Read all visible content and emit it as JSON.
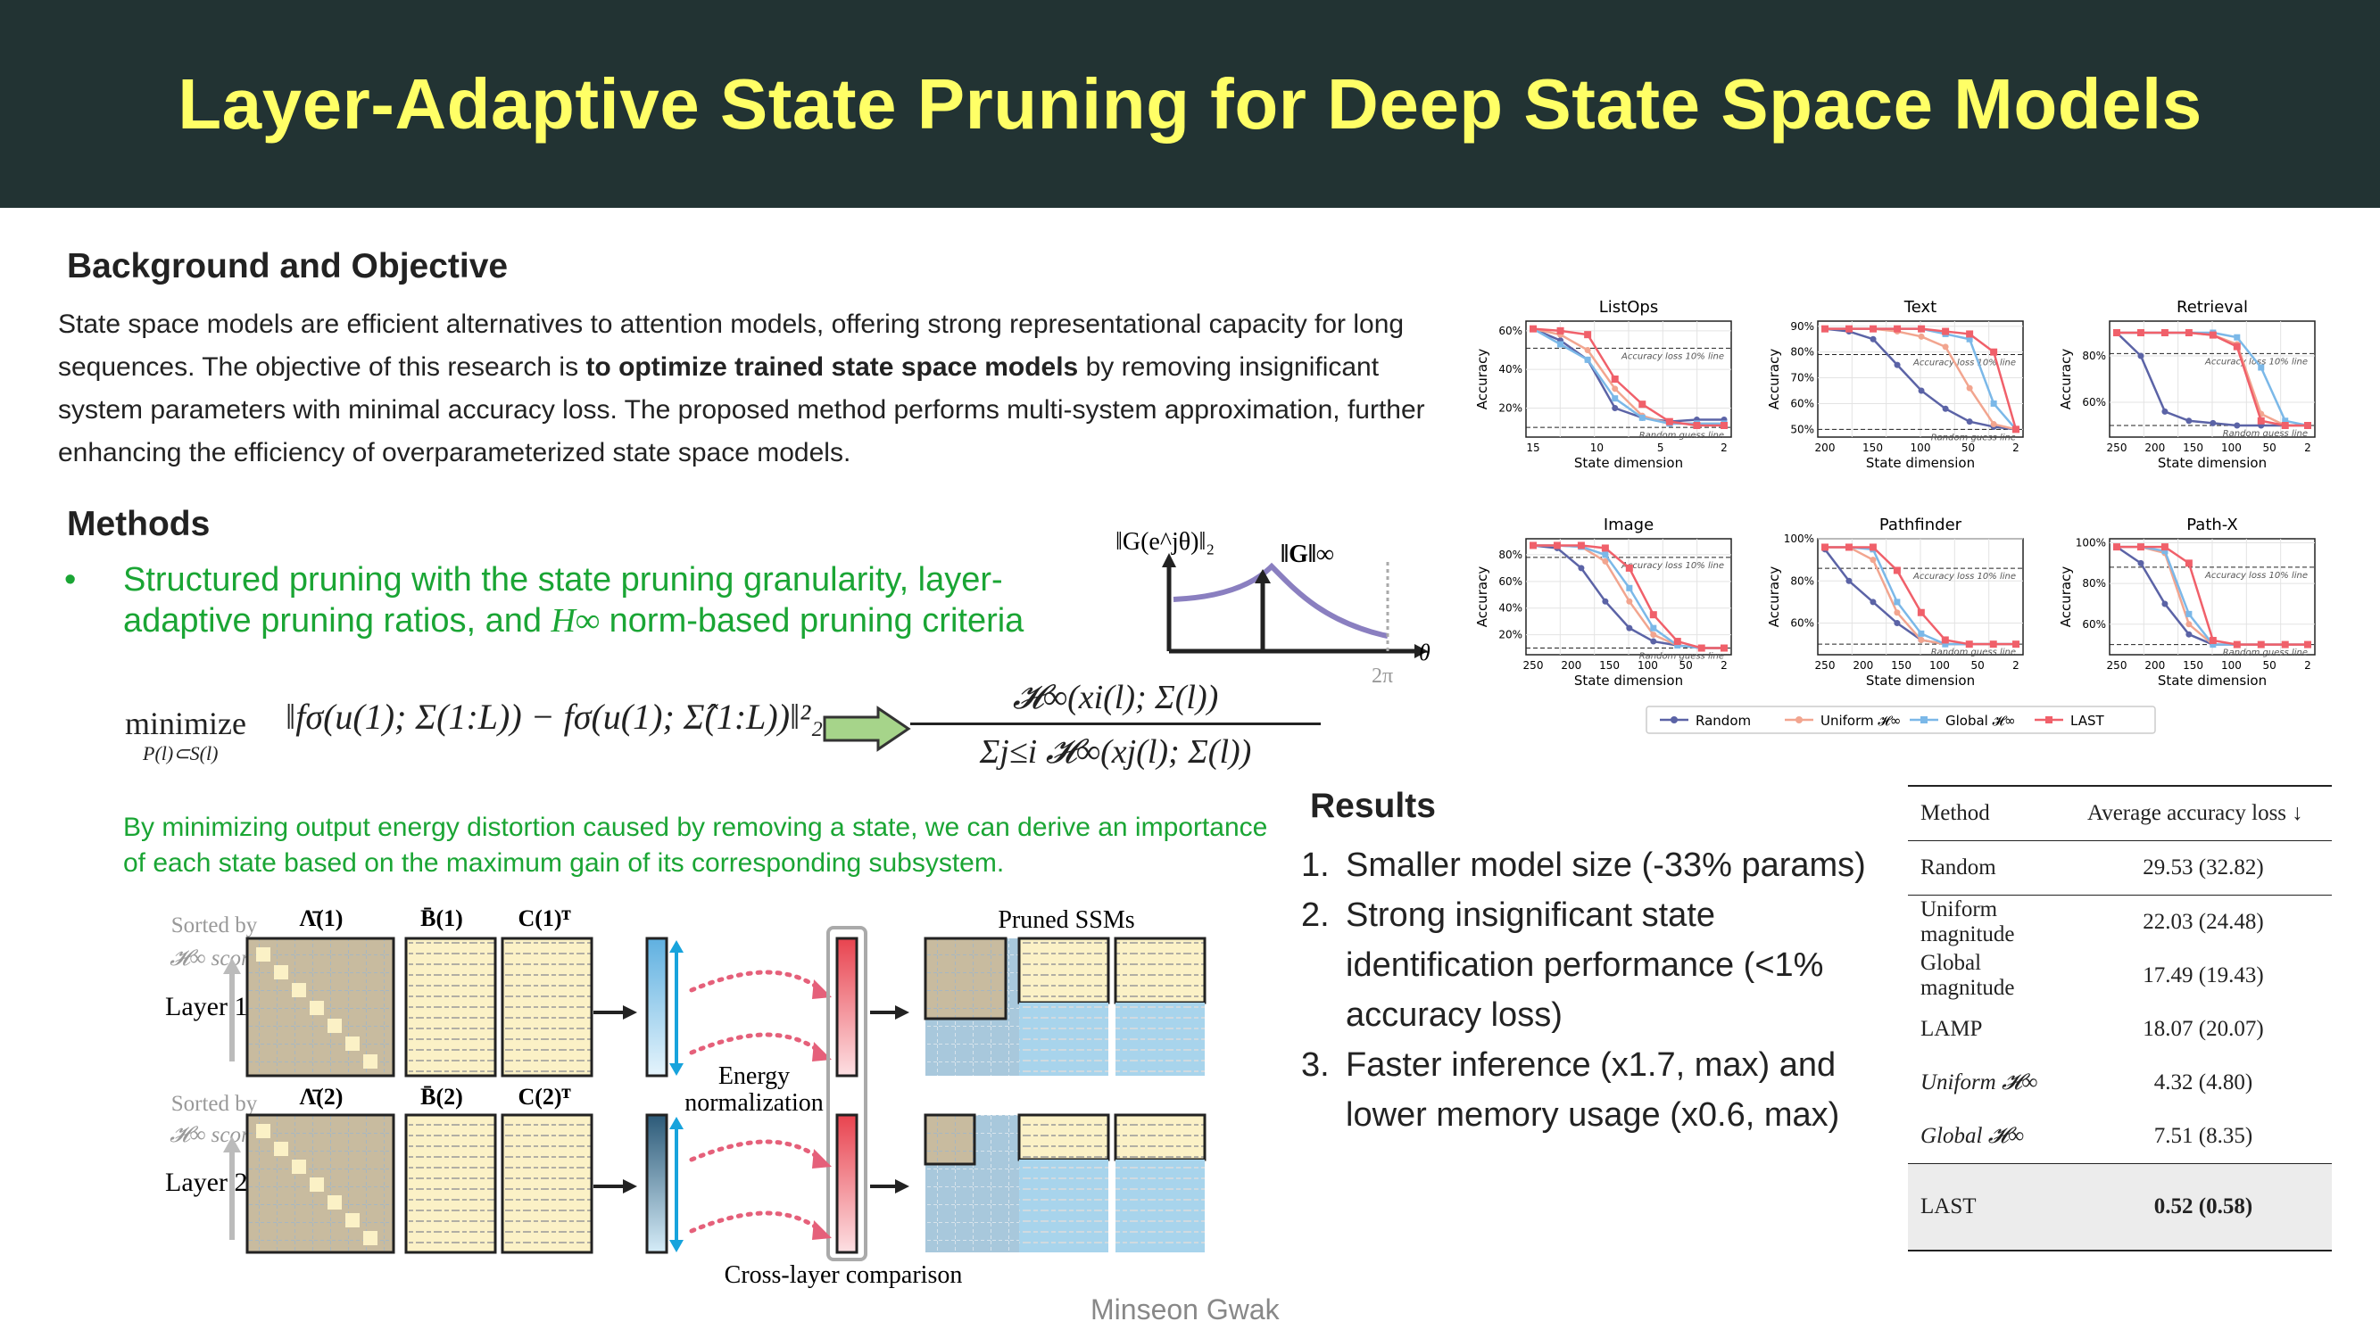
{
  "title": "Layer-Adaptive State Pruning for Deep State Space Models",
  "background": {
    "heading": "Background and Objective",
    "text_before_bold": "State space models are efficient alternatives to attention models, offering strong representational capacity for long sequences. The objective of this research is ",
    "text_bold": "to optimize trained state space models",
    "text_after_bold": " by removing insignificant system parameters with minimal accuracy loss. The proposed method performs multi-system approximation, further enhancing the efficiency of overparameterized state space models."
  },
  "methods": {
    "heading": "Methods",
    "bullet_part1": "Structured pruning with the state pruning granularity, layer-adaptive pruning ratios, and ",
    "bullet_hinf": "H∞",
    "bullet_part2": " norm-based pruning criteria",
    "formula_min": "minimize",
    "formula_sub": "P(l)⊂S(l)",
    "formula_body": "‖fσ(u(1); Σ(1:L)) − fσ(u(1); Σ̂(1:L))‖²₂",
    "formula_num": "𝓗∞(xi(l); Σ(l))",
    "formula_den": "Σj≤i 𝓗∞(xj(l); Σ(l))",
    "gain_label_y": "‖G(e^jθ)‖₂",
    "gain_label_peak": "‖G‖∞",
    "gain_label_2pi": "2π",
    "gain_label_theta": "θ",
    "green_text": "By minimizing output energy distortion caused by removing a state, we can derive an importance of each state based on the maximum gain of its corresponding subsystem."
  },
  "diagram": {
    "sorted_by": "Sorted by",
    "hinf_score": "𝓗∞ score",
    "layer1": "Layer 1",
    "layer2": "Layer 2",
    "lambda1": "Λ̄(1)",
    "b1": "B̄(1)",
    "c1": "C(1)ᵀ",
    "lambda2": "Λ̄(2)",
    "b2": "B̄(2)",
    "c2": "C(2)ᵀ",
    "energy_norm": "Energy normalization",
    "cross_layer": "Cross-layer comparison",
    "pruned": "Pruned SSMs"
  },
  "charts": {
    "legend": [
      "Random",
      "Uniform 𝓗∞",
      "Global 𝓗∞",
      "LAST"
    ],
    "colors": [
      "#5b63a6",
      "#f2a58f",
      "#7bb8e8",
      "#f0606a"
    ],
    "ylabel": "Accuracy",
    "xlabel": "State dimension",
    "line_top": "Accuracy loss 10% line",
    "line_bottom": "Random guess line",
    "panels": [
      {
        "name": "ListOps",
        "xticks": [
          "15",
          "10",
          "5",
          "2"
        ],
        "yticks": [
          "60%",
          "40%",
          "20%"
        ]
      },
      {
        "name": "Text",
        "xticks": [
          "200",
          "150",
          "100",
          "50",
          "2"
        ],
        "yticks": [
          "90%",
          "80%",
          "70%",
          "60%",
          "50%"
        ]
      },
      {
        "name": "Retrieval",
        "xticks": [
          "250",
          "200",
          "150",
          "100",
          "50",
          "2"
        ],
        "yticks": [
          "80%",
          "60%"
        ]
      },
      {
        "name": "Image",
        "xticks": [
          "250",
          "200",
          "150",
          "100",
          "50",
          "2"
        ],
        "yticks": [
          "80%",
          "60%",
          "40%",
          "20%"
        ]
      },
      {
        "name": "Pathfinder",
        "xticks": [
          "250",
          "200",
          "150",
          "100",
          "50",
          "2"
        ],
        "yticks": [
          "100%",
          "80%",
          "60%"
        ]
      },
      {
        "name": "Path-X",
        "xticks": [
          "250",
          "200",
          "150",
          "100",
          "50",
          "2"
        ],
        "yticks": [
          "100%",
          "80%",
          "60%"
        ]
      }
    ]
  },
  "chart_data": [
    {
      "type": "line",
      "title": "ListOps",
      "xlabel": "State dimension",
      "ylabel": "Accuracy",
      "x": [
        16,
        14,
        12,
        10,
        8,
        6,
        4,
        2
      ],
      "series": [
        {
          "name": "Random",
          "values": [
            61,
            55,
            45,
            20,
            15,
            13,
            14,
            14
          ]
        },
        {
          "name": "Uniform 𝓗∞",
          "values": [
            61,
            58,
            50,
            30,
            16,
            12,
            12,
            12
          ]
        },
        {
          "name": "Global 𝓗∞",
          "values": [
            61,
            53,
            45,
            25,
            15,
            12,
            12,
            12
          ]
        },
        {
          "name": "LAST",
          "values": [
            61,
            60,
            58,
            35,
            22,
            13,
            11,
            11
          ]
        }
      ]
    },
    {
      "type": "line",
      "title": "Text",
      "xlabel": "State dimension",
      "ylabel": "Accuracy",
      "x": [
        200,
        175,
        150,
        125,
        100,
        75,
        50,
        25,
        2
      ],
      "series": [
        {
          "name": "Random",
          "values": [
            89,
            88,
            85,
            75,
            65,
            58,
            53,
            51,
            50
          ]
        },
        {
          "name": "Uniform 𝓗∞",
          "values": [
            89,
            89,
            89,
            88,
            86,
            82,
            66,
            52,
            50
          ]
        },
        {
          "name": "Global 𝓗∞",
          "values": [
            89,
            89,
            89,
            89,
            89,
            87,
            85,
            60,
            50
          ]
        },
        {
          "name": "LAST",
          "values": [
            89,
            89,
            89,
            89,
            89,
            88,
            87,
            80,
            50
          ]
        }
      ]
    },
    {
      "type": "line",
      "title": "Retrieval",
      "xlabel": "State dimension",
      "ylabel": "Accuracy",
      "x": [
        256,
        224,
        192,
        160,
        128,
        96,
        64,
        32,
        2
      ],
      "series": [
        {
          "name": "Random",
          "values": [
            90,
            80,
            56,
            52,
            51,
            50,
            50,
            50,
            50
          ]
        },
        {
          "name": "Uniform 𝓗∞",
          "values": [
            90,
            90,
            90,
            90,
            89,
            85,
            55,
            50,
            50
          ]
        },
        {
          "name": "Global 𝓗∞",
          "values": [
            90,
            90,
            90,
            90,
            90,
            88,
            75,
            52,
            50
          ]
        },
        {
          "name": "LAST",
          "values": [
            90,
            90,
            90,
            90,
            89,
            84,
            52,
            50,
            50
          ]
        }
      ]
    },
    {
      "type": "line",
      "title": "Image",
      "xlabel": "State dimension",
      "ylabel": "Accuracy",
      "x": [
        256,
        224,
        192,
        160,
        128,
        96,
        64,
        32,
        2
      ],
      "series": [
        {
          "name": "Random",
          "values": [
            87,
            85,
            70,
            45,
            25,
            15,
            12,
            10,
            10
          ]
        },
        {
          "name": "Uniform 𝓗∞",
          "values": [
            87,
            87,
            86,
            75,
            45,
            20,
            12,
            10,
            10
          ]
        },
        {
          "name": "Global 𝓗∞",
          "values": [
            87,
            87,
            86,
            80,
            55,
            25,
            12,
            10,
            10
          ]
        },
        {
          "name": "LAST",
          "values": [
            87,
            87,
            87,
            85,
            70,
            35,
            15,
            10,
            10
          ]
        }
      ]
    },
    {
      "type": "line",
      "title": "Pathfinder",
      "xlabel": "State dimension",
      "ylabel": "Accuracy",
      "x": [
        256,
        224,
        192,
        160,
        128,
        96,
        64,
        32,
        2
      ],
      "series": [
        {
          "name": "Random",
          "values": [
            95,
            80,
            70,
            60,
            52,
            50,
            50,
            50,
            50
          ]
        },
        {
          "name": "Uniform 𝓗∞",
          "values": [
            96,
            96,
            90,
            65,
            52,
            50,
            50,
            50,
            50
          ]
        },
        {
          "name": "Global 𝓗∞",
          "values": [
            96,
            96,
            95,
            70,
            55,
            50,
            50,
            50,
            50
          ]
        },
        {
          "name": "LAST",
          "values": [
            96,
            96,
            96,
            85,
            65,
            52,
            50,
            50,
            50
          ]
        }
      ]
    },
    {
      "type": "line",
      "title": "Path-X",
      "xlabel": "State dimension",
      "ylabel": "Accuracy",
      "x": [
        256,
        224,
        192,
        160,
        128,
        96,
        64,
        32,
        2
      ],
      "series": [
        {
          "name": "Random",
          "values": [
            98,
            90,
            70,
            55,
            50,
            50,
            50,
            50,
            50
          ]
        },
        {
          "name": "Uniform 𝓗∞",
          "values": [
            98,
            98,
            95,
            60,
            50,
            50,
            50,
            50,
            50
          ]
        },
        {
          "name": "Global 𝓗∞",
          "values": [
            98,
            98,
            96,
            65,
            50,
            50,
            50,
            50,
            50
          ]
        },
        {
          "name": "LAST",
          "values": [
            98,
            98,
            98,
            90,
            52,
            50,
            50,
            50,
            50
          ]
        }
      ]
    }
  ],
  "results": {
    "heading": "Results",
    "items": [
      {
        "num": "1.",
        "lines": [
          "Smaller model size (-33% params)"
        ]
      },
      {
        "num": "2.",
        "lines": [
          "Strong insignificant state",
          "identification performance (<1%",
          "accuracy loss)"
        ]
      },
      {
        "num": "3.",
        "lines": [
          "Faster inference (x1.7, max) and",
          "lower memory usage (x0.6, max)"
        ]
      }
    ]
  },
  "table": {
    "header": [
      "Method",
      "Average accuracy loss ↓"
    ],
    "rows": [
      [
        "Random",
        "29.53 (32.82)"
      ],
      [
        "Uniform magnitude",
        "22.03 (24.48)"
      ],
      [
        "Global magnitude",
        "17.49 (19.43)"
      ],
      [
        "LAMP",
        "18.07 (20.07)"
      ],
      [
        "Uniform 𝓗∞",
        "4.32 (4.80)"
      ],
      [
        "Global 𝓗∞",
        "7.51 (8.35)"
      ],
      [
        "LAST",
        "0.52 (0.58)"
      ]
    ]
  },
  "author": "Minseon Gwak"
}
